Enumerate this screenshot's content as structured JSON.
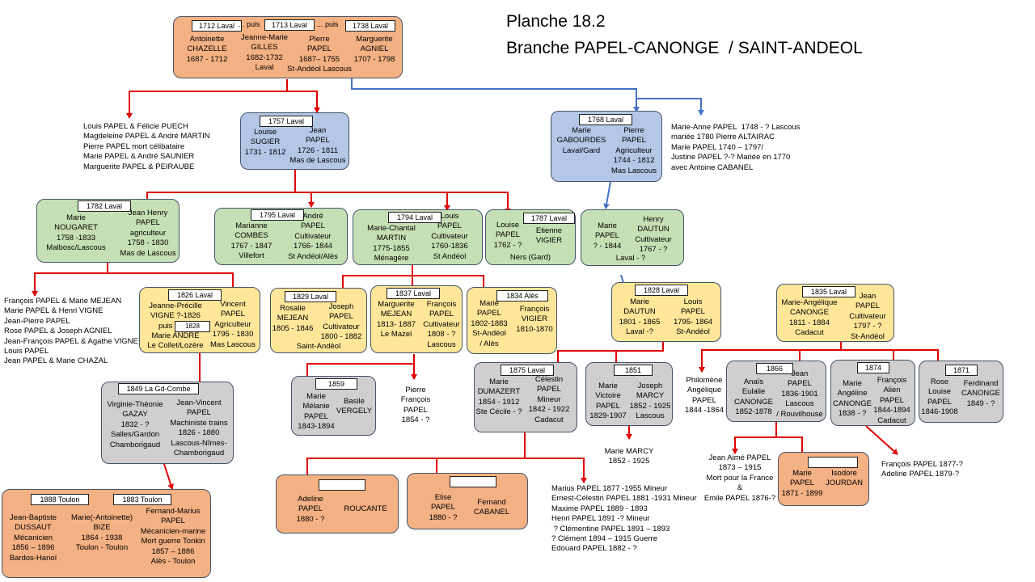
{
  "title": {
    "line1": "Planche 18.2",
    "line2": "Branche PAPEL-CANONGE  / SAINT-ANDEOL"
  },
  "boxes": {
    "b1712": {
      "tag1": "1712  Laval",
      "sep1": "... puis",
      "tag2": "1713  Laval",
      "sep2": "... puis",
      "tag3": "1738 Laval",
      "p1": "Antoinette\nCHAZELLE\n1687 - 1712",
      "p2": "Jeanne-Marie\nGILLES\n1682-1732\nLaval",
      "p3": "Pierre\nPAPEL\n1687– 1755\nSt-Andéol Lascous",
      "p4": "Marguerite\nAGNIEL\n1707 - 1798"
    },
    "b1757": {
      "tag": "1757 Laval",
      "p1": "Louise\nSUGIER\n1731 - 1812",
      "p2": "Jean\nPAPEL\n1726 - 1811\nMas de Lascous"
    },
    "b1768": {
      "tag": "1768 Laval",
      "p1": "Marie\nGABOURDES\nLaval/Gard",
      "p2": "Pierre\nPAPEL\nAgriculteur\n1744 - 1812\nMas Lascous"
    },
    "b1782": {
      "tag": "1782 Laval",
      "p1": "Marie\nNOUGARET\n1758 -1833\nMalbosc/Lascous",
      "p2": "Jean Henry\nPAPEL\nagriculteur\n1758 - 1830\nMas de Lascous"
    },
    "b1795": {
      "tag": "1795  Laval",
      "p1": "Marianne\nCOMBES\n1767 - 1847\nVillefort",
      "p2": "André\nPAPEL\nCultivateur\n1766- 1844\nSt Andéol/Alès"
    },
    "b1794": {
      "tag": "1794  Laval",
      "p1": "Marie-Chantal\nMARTIN\n1775-1855\nMénagère",
      "p2": "Louis\nPAPEL\nCultivateur\n1760-1836\nSt Andéol"
    },
    "b1787": {
      "tag": "1787 Laval",
      "p1": "Louise\nPAPEL\n1762 - ?",
      "p2": "Etienne\nVIGIER",
      "place": "Ners (Gard)"
    },
    "bDautun": {
      "p1": "Marie\nPAPEL\n? - 1844",
      "p2": "Henry\nDAUTUN\nCultivateur\n1767 - ?",
      "place": "Laval - ?"
    },
    "b1826": {
      "tag": "1826 Laval",
      "p1a": "Jeanne-Précille\nVIGNE ?-1826",
      "puis": "puis",
      "tag2": "1828",
      "p1b": "Marie ANDRE\nLe Collet/Lozère",
      "p2": "Vincent\nPAPEL\nAgriculteur\n1795 - 1830\nMas Lascous"
    },
    "b1829": {
      "tag": "1829 Laval",
      "p1": "Rosalie\nMEJEAN\n1805 - 1846",
      "p2": "Joseph\nPAPEL\nCultivateur\n1800 - 1882",
      "place": "Saint-Andéol"
    },
    "b1837": {
      "tag": "1837 Laval",
      "p1": "Marguerite\nMEJEAN\n1813- 1887\nLe Mazel",
      "p2": "François\nPAPEL\nCultivateur\n1808 - ?\nLascous"
    },
    "b1834": {
      "tag": "1834 Alès",
      "p1": "Marie\nPAPEL\n1802-1883\nSt-Andéol\n/ Alès",
      "p2": "François\nVIGIER\n1810-1870"
    },
    "b1828": {
      "tag": "1828  Laval",
      "p1": "Marie\nDAUTUN\n1801 - 1865\nLaval -?",
      "p2": "Louis\nPAPEL\n1795- 1864\nSt-Andéol"
    },
    "b1835": {
      "tag": "1835 Laval",
      "p1": "Marie-Angélique\nCANONGE\n1811 - 1884\nCadacut",
      "p2": "Jean\nPAPEL\nCultivateur\n1797 - ?\nSt-Andéol"
    },
    "b1849": {
      "tag": "1849 La Gd-Combe",
      "p1": "Virginie-Théonie\nGAZAY\n1832 - ?\nSalles/Gardon\nChamborigaud",
      "p2": "Jean-Vincent\nPAPEL\nMachiniste trains\n1826 - 1880\nLascous-Nîmes-\nChamborigaud"
    },
    "b1859": {
      "tag": "1859",
      "p1": "Marie\nMélanie\nPAPEL\n1843-1894",
      "p2": "Basile\nVERGELY"
    },
    "b1875": {
      "tag": "1875 Laval",
      "p1": "Marie\nDUMAZERT\n1854 - 1912\nSte Cécile - ?",
      "p2": "Célestin\nPAPEL\nMineur\n1842 - 1922\nCadacut"
    },
    "b1851": {
      "tag": "1851",
      "p1": "Marie\nVictoire\nPAPEL\n1829-1907",
      "p2": "Joseph\nMARCY\n1852 - 1925\nLascous"
    },
    "b1866": {
      "tag": "1866",
      "p1": "Anaïs\nEulalie\nCANONGE\n1852-1878",
      "p2": "Jean\nPAPEL\n1836-1901\nLascous\n/ Rouvilhouse"
    },
    "b1874": {
      "tag": "1874",
      "p1": "Marie\nAngéline\nCANONGE\n1838 - ?",
      "p2": "François\nAlien\nPAPEL\n1844-1894\nCadacut"
    },
    "b1871": {
      "tag": "1871",
      "p1": "Rose\nLouise\nPAPEL\n1846-1908",
      "p2": "Ferdinand\nCANONGE\n1849 - ?"
    },
    "bJourdan": {
      "tag": "",
      "p1": "Marie\nPAPEL\n1871 - 1899",
      "p2": "Isodore\nJOURDAN"
    },
    "bAdeline": {
      "tag": "",
      "p1": "Adeline\nPAPEL\n1880 - ?",
      "p2": "ROUCANTE"
    },
    "bElise": {
      "tag": "",
      "p1": "Elise\nPAPEL\n1880 - ?",
      "p2": "Fernand\nCABANEL"
    },
    "b1888": {
      "tag1": "1888 Toulon",
      "tag2": "1883 Toulon",
      "p1": "Jean-Baptiste\nDUSSAUT\nMécanicien\n1856 – 1896\nBardos-Hanoï",
      "p2": "Marie(-Antoinette)\nBIZE\n1864 - 1938\nToulon - Toulon",
      "p3": "Fernand-Marius\nPAPEL\nMécanicien-marine\nMort guerre Tonkin\n1857 – 1886\nAlès - Toulon"
    }
  },
  "loose": {
    "pierreFrancois": "Pierre\nFrançois\nPAPEL\n1854 - ?",
    "marieMarcy": "Marie MARCY\n1852 - 1925",
    "philomene": "Philomène\nAngélique\nPAPEL\n1844 -1864",
    "jeanAime": "Jean Aimé PAPEL\n1873 – 1915\nMort pour la France\n&\nEmile PAPEL 1876-?"
  },
  "lists": {
    "l1": "Louis PAPEL & Félicie PUECH\nMagdeleine PAPEL & André MARTIN\nPierre PAPEL mort célibataire\nMarie PAPEL & André SAUNIER\nMarguerite PAPEL & PEIRAUBE",
    "l2": "Marie-Anne PAPEL  1748 - ? Lascous\nmariée 1780 Pierre ALTAIRAC\nMarie PAPEL 1740 – 1797/\nJustine PAPEL ?-? Mariée en 1770\navec Antoine CABANEL",
    "l3": "François PAPEL & Marie MEJEAN\nMarie PAPEL & Henri VIGNE\nJean-Pierre PAPEL\nRose PAPEL & Joseph AGNIEL\nJean-François PAPEL & Agathe VIGNE\nLouis PAPEL\nJean PAPEL & Marie CHAZAL",
    "l4": "Marius PAPEL 1877 -1955 Mineur\nErnest-Célestin PAPEL 1881 -1931 Mineur\nMaxime PAPEL 1889 - 1893\nHenri PAPEL 1891 -? Mineur\n ? Clémentine PAPEL 1891 – 1893\n? Clément 1894 – 1915 Guerre\nEdouard PAPEL 1882 - ?",
    "l5": "François PAPEL 1877-?\nAdeline PAPEL 1879-?"
  },
  "colors": {
    "generation_1": "#f4b183",
    "generation_2": "#b4c7e7",
    "generation_3": "#c5e0b4",
    "generation_4": "#ffe699",
    "generation_5": "#d0cece",
    "arrow_red": "#e00000",
    "arrow_blue": "#4472c4"
  }
}
